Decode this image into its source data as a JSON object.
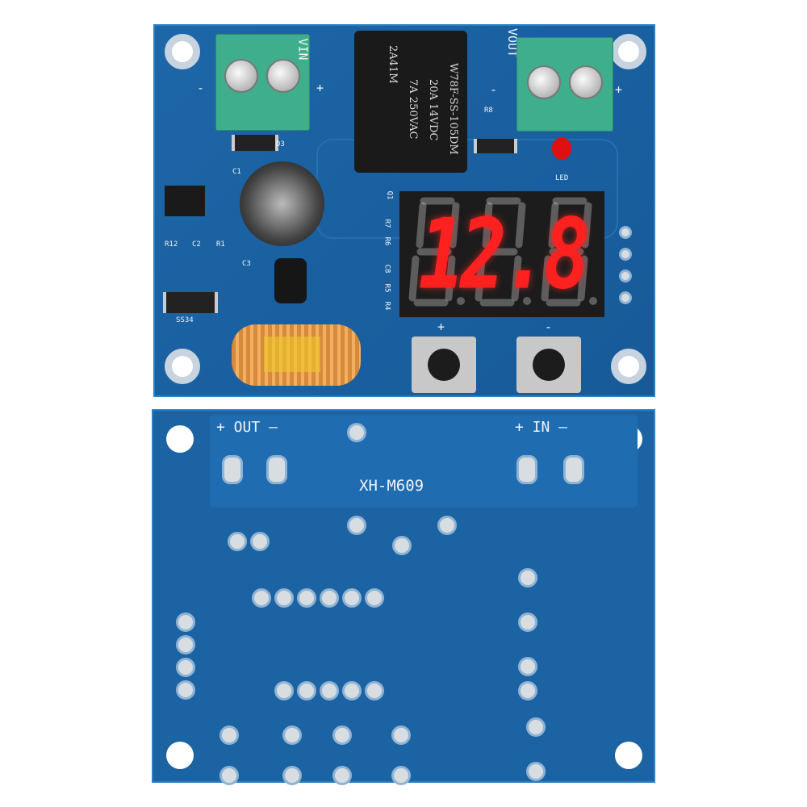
{
  "top_board": {
    "labels": {
      "vin": "VIN",
      "vout": "VOUT",
      "vin_minus": "-",
      "vin_plus": "+",
      "vout_minus": "-",
      "vout_plus": "+",
      "d3": "D3",
      "c1": "C1",
      "r8": "R8",
      "led": "LED",
      "r12": "R12",
      "c2": "C2",
      "r1": "R1",
      "c3": "C3",
      "ss34": "SS34",
      "q1": "Q1",
      "r7": "R7",
      "r6": "R6",
      "c8": "C8",
      "r5": "R5",
      "r4": "R4",
      "btn_plus": "+",
      "btn_minus": "-"
    },
    "relay": {
      "line1": "2A41M",
      "line2": "7A  250VAC",
      "line3": "20A  14VDC",
      "line4": "W78F-SS-105DM"
    },
    "display": {
      "value": "12.8",
      "lit_color": "#ff2020",
      "unlit_color": "#d6d6d6"
    },
    "led_color": "#e01010"
  },
  "bottom_board": {
    "model": "XH-M609",
    "out_label": "+ OUT —",
    "in_label": "+ IN —"
  },
  "colors": {
    "pcb": "#1b63a3",
    "terminal": "#3fae8c"
  }
}
